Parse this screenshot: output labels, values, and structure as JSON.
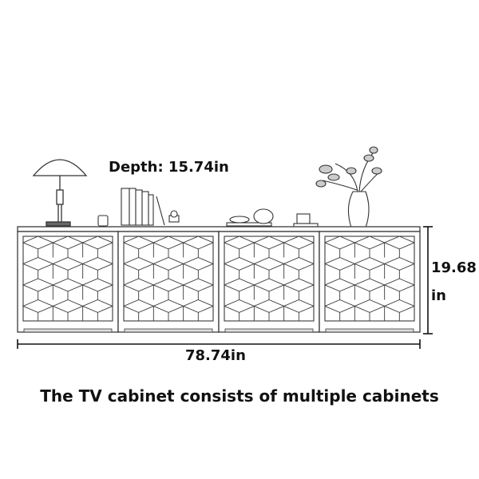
{
  "dimensions": {
    "depth": "Depth: 15.74in",
    "width": "78.74in",
    "height_value": "19.68",
    "height_unit": "in"
  },
  "caption": "The TV cabinet consists of multiple cabinets",
  "cabinet": {
    "module_count": 4,
    "pattern": "diamond-cube",
    "line_color": "#3a3a3a",
    "fill_color": "#ffffff"
  },
  "decor": [
    "lamp-icon",
    "books-icon",
    "cup-icon",
    "tray-icon",
    "candle-icon",
    "vase-with-branches-icon"
  ]
}
